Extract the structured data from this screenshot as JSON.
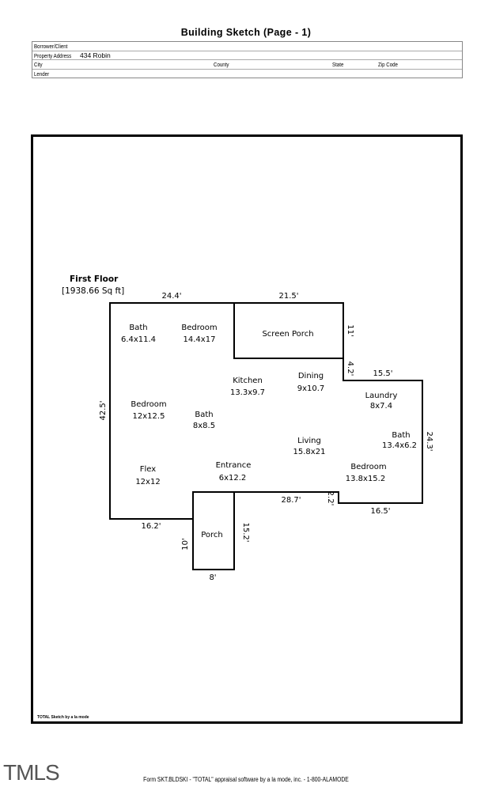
{
  "header": {
    "title": "Building Sketch (Page - 1)"
  },
  "info": {
    "borrower_label": "Borrower/Client",
    "borrower_value": "",
    "property_label": "Property Address",
    "property_value": "434 Robin",
    "city_label": "City",
    "county_label": "County",
    "state_label": "State",
    "zip_label": "Zip Code",
    "lender_label": "Lender"
  },
  "sketch": {
    "floor_name": "First Floor",
    "area": "[1938.66 Sq ft]",
    "rooms": [
      {
        "name": "Bath",
        "size": "6.4x11.4"
      },
      {
        "name": "Bedroom",
        "size": "14.4x17"
      },
      {
        "name": "Screen Porch",
        "size": ""
      },
      {
        "name": "Kitchen",
        "size": "13.3x9.7"
      },
      {
        "name": "Dining",
        "size": "9x10.7"
      },
      {
        "name": "Laundry",
        "size": "8x7.4"
      },
      {
        "name": "Bedroom",
        "size": "12x12.5"
      },
      {
        "name": "Bath",
        "size": "8x8.5"
      },
      {
        "name": "Living",
        "size": "15.8x21"
      },
      {
        "name": "Bath",
        "size": "13.4x6.2"
      },
      {
        "name": "Flex",
        "size": "12x12"
      },
      {
        "name": "Entrance",
        "size": "6x12.2"
      },
      {
        "name": "Bedroom",
        "size": "13.8x15.2"
      },
      {
        "name": "Porch",
        "size": ""
      }
    ],
    "dimensions": {
      "top_left": "24.4'",
      "top_porch": "21.5'",
      "porch_right": "11'",
      "step_right": "4.2'",
      "laundry_top": "15.5'",
      "right_side": "24.3'",
      "left_side": "42.5'",
      "bottom_middle": "28.7'",
      "step_bottom": "2.2'",
      "bottom_right": "16.5'",
      "bottom_left": "16.2'",
      "porch_left": "10'",
      "porch_right_side": "15.2'",
      "porch_bottom": "8'"
    },
    "credit": "TOTAL Sketch by a la mode"
  },
  "branding": {
    "logo": "TMLS"
  },
  "footer": {
    "text": "Form SKT.BLDSKI - \"TOTAL\" appraisal software by a la mode, inc. - 1-800-ALAMODE"
  }
}
